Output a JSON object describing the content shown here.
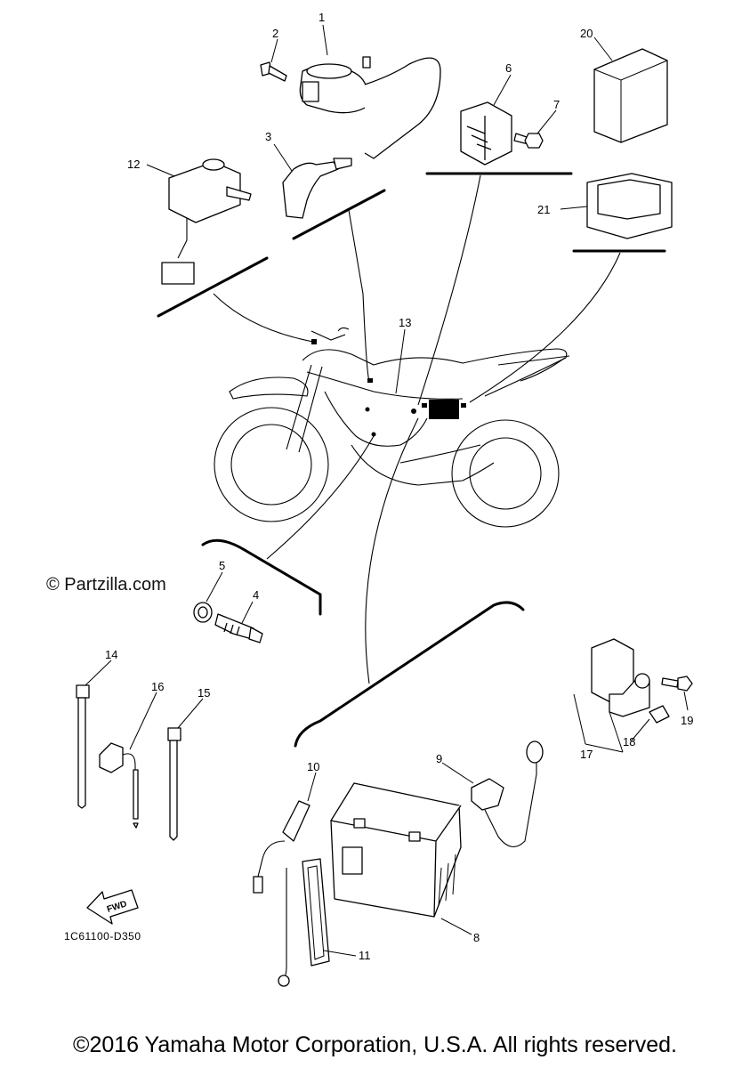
{
  "watermark": "© Partzilla.com",
  "diagram_code": "1C61100-D350",
  "fwd_label": "FWD",
  "copyright": "©2016 Yamaha Motor Corporation, U.S.A. All rights reserved.",
  "callouts": [
    "1",
    "2",
    "3",
    "4",
    "5",
    "6",
    "7",
    "8",
    "9",
    "10",
    "11",
    "12",
    "13",
    "14",
    "15",
    "16",
    "17",
    "18",
    "19",
    "20",
    "21"
  ]
}
